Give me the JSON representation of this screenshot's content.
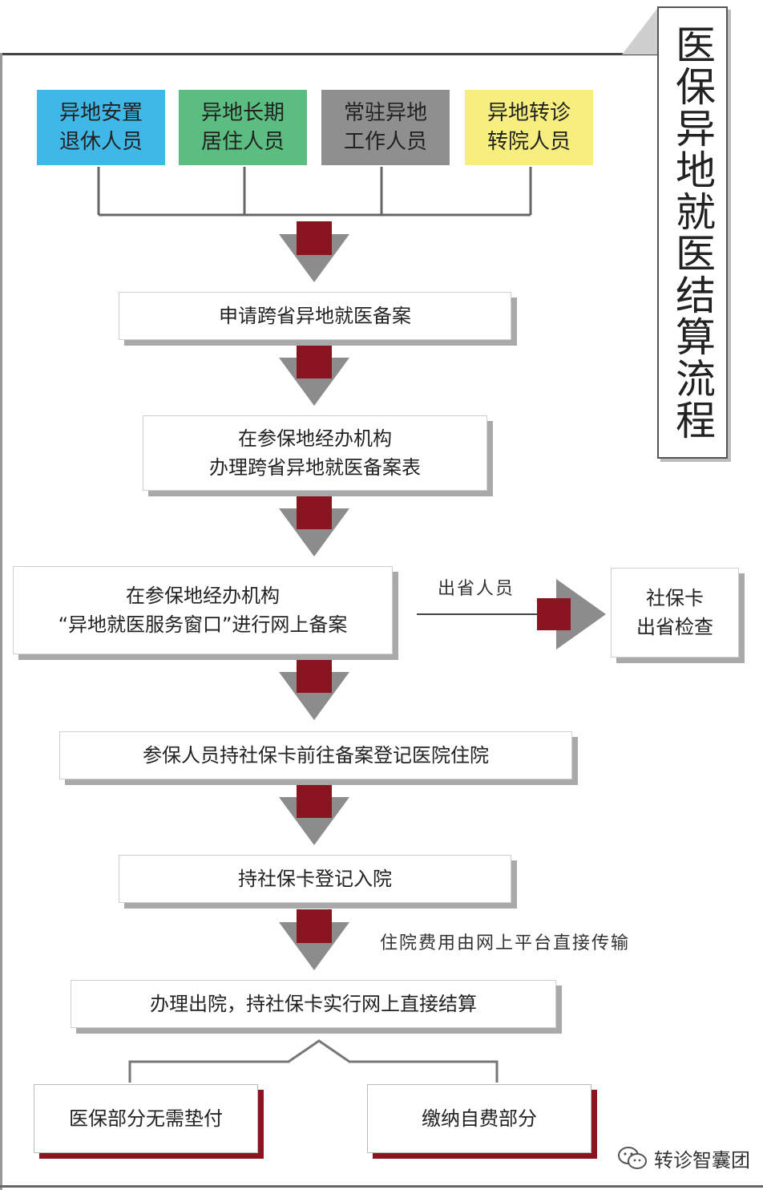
{
  "title": "医保异地就医结算流程",
  "colors": {
    "cat1": "#3fb8e8",
    "cat2": "#5bbd7f",
    "cat3": "#8f8f8f",
    "cat4": "#f6ef7f",
    "arrow_square": "#8a1420",
    "arrow_triangle": "#8c8c8c"
  },
  "categories": [
    {
      "label": "异地安置\n退休人员"
    },
    {
      "label": "异地长期\n居住人员"
    },
    {
      "label": "常驻异地\n工作人员"
    },
    {
      "label": "异地转诊\n转院人员"
    }
  ],
  "steps": [
    {
      "label": "申请跨省异地就医备案"
    },
    {
      "label": "在参保地经办机构\n办理跨省异地就医备案表"
    },
    {
      "label": "在参保地经办机构\n“异地就医服务窗口”进行网上备案"
    },
    {
      "label": "参保人员持社保卡前往备案登记医院住院"
    },
    {
      "label": "持社保卡登记入院"
    },
    {
      "label": "办理出院，持社保卡实行网上直接结算"
    }
  ],
  "side_branch": {
    "label": "出省人员",
    "box": "社保卡\n出省检查"
  },
  "note": "住院费用由网上平台直接传输",
  "outcomes": [
    {
      "label": "医保部分无需垫付"
    },
    {
      "label": "缴纳自费部分"
    }
  ],
  "watermark": {
    "text": "转诊智囊团",
    "icon": "wechat-icon"
  }
}
